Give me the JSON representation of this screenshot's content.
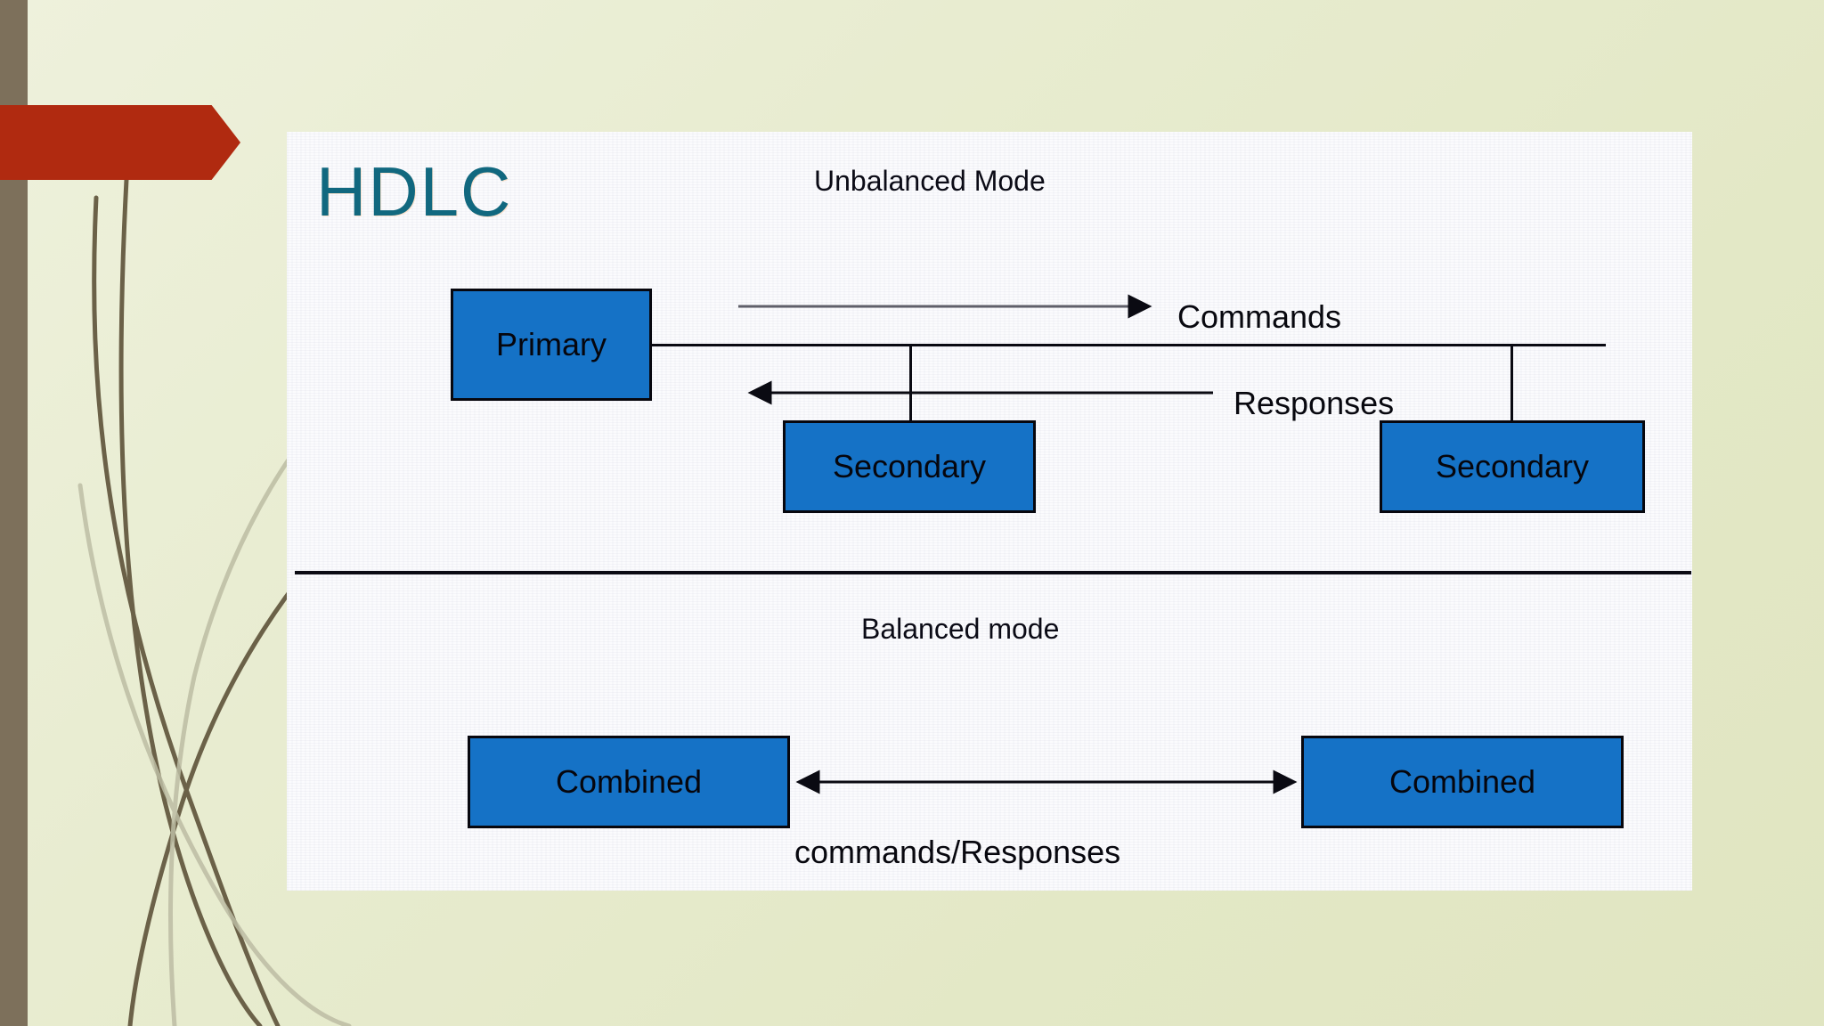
{
  "slide": {
    "title": "HDLC",
    "title_color": "#11687f",
    "background_color": "#e7ebcd",
    "accent_banner_color": "#b02a10",
    "sidebar_color": "#7d705b",
    "panel_color": "#fbfbfd"
  },
  "diagram": {
    "node_fill": "#1572c6",
    "node_border": "#07070e",
    "line_color": "#0a0a12",
    "sections": [
      {
        "heading": "Unbalanced Mode",
        "nodes": [
          {
            "label": "Primary",
            "role": "primary"
          },
          {
            "label": "Secondary",
            "role": "secondary"
          },
          {
            "label": "Secondary",
            "role": "secondary"
          }
        ],
        "arrows": [
          {
            "label": "Commands",
            "direction": "right",
            "from": "Primary",
            "to": "Secondary",
            "stroke": "#5a5a62"
          },
          {
            "label": "Responses",
            "direction": "left",
            "from": "Secondary",
            "to": "Primary",
            "stroke": "#0a0a12"
          }
        ]
      },
      {
        "heading": "Balanced mode",
        "nodes": [
          {
            "label": "Combined",
            "role": "combined"
          },
          {
            "label": "Combined",
            "role": "combined"
          }
        ],
        "arrows": [
          {
            "label": "commands/Responses",
            "direction": "both",
            "from": "Combined",
            "to": "Combined",
            "stroke": "#0a0a12"
          }
        ]
      }
    ]
  }
}
